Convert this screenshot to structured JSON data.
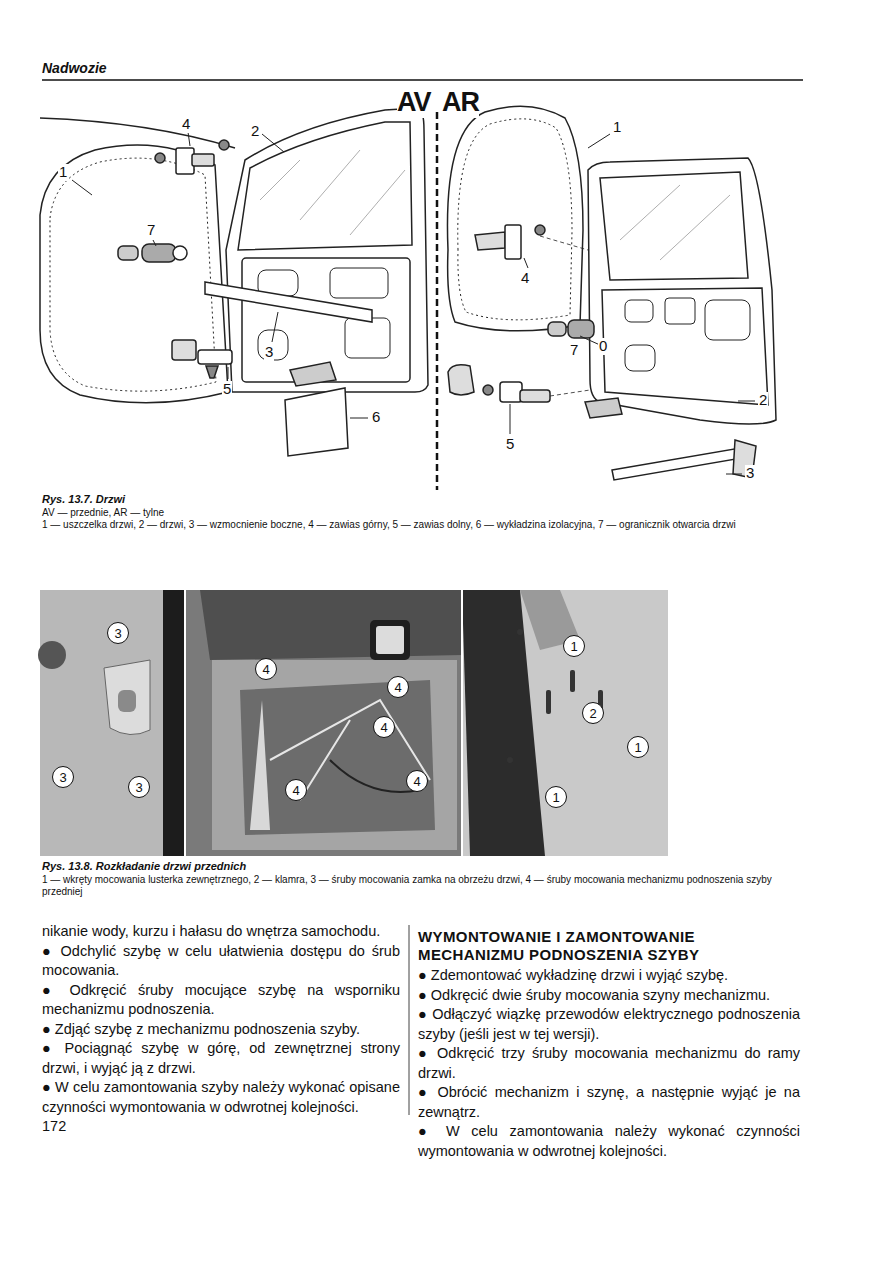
{
  "diagram": {
    "title": "Nadwozie",
    "nodes": [
      {
        "text": [
          "3"
        ]
      },
      {
        "text": [
          "3"
        ]
      },
      {
        "text": [
          "3"
        ]
      },
      {
        "text": [
          "4"
        ]
      },
      {
        "text": [
          "4"
        ]
      },
      {
        "text": [
          "4"
        ]
      },
      {
        "text": [
          "4"
        ]
      },
      {
        "text": [
          "4"
        ]
      },
      {
        "text": [
          "1"
        ]
      },
      {
        "text": [
          "2"
        ]
      },
      {
        "text": [
          "1"
        ]
      },
      {
        "text": [
          "1"
        ]
      }
    ],
    "labels": [
      "AV",
      "AR",
      "1",
      "4",
      "2",
      "7",
      "3",
      "5",
      "6",
      "1",
      "4",
      "7",
      "0",
      "2",
      "5",
      "3",
      "Rys. 13.7. Drzwi",
      "AV — przednie, AR — tylne",
      "1 — uszczelka drzwi, 2 — drzwi, 3 — wzmocnienie boczne, 4 — zawias górny, 5 — zawias dolny, 6 — wykładzina izolacyjna, 7 — ogranicznik otwarcia drzwi",
      "Rys. 13.8. Rozkładanie drzwi przednich",
      "1 — wkręty mocowania lusterka zewnętrznego, 2 — klamra, 3 — śruby mocowania zamka na obrzeżu drzwi, 4 — śruby mocowania mechanizmu podnoszenia szyby przedniej",
      "nikanie wody, kurzu i hałasu do wnętrza samochodu.",
      "● Odchylić szybę w celu ułatwienia dostępu do śrub mocowania.",
      "● Odkręcić śruby mocujące szybę na wsporniku mechanizmu podnoszenia.",
      "● Zdjąć szybę z mechanizmu podnoszenia szyby.",
      "● Pociągnąć szybę w górę, od zewnętrznej strony drzwi, i wyjąć ją z drzwi.",
      "● W celu zamontowania szyby należy wykonać opisane czynności wymontowania w odwrotnej kolejności.",
      "WYMONTOWANIE I ZAMONTOWANIE MECHANIZMU PODNOSZENIA SZYBY",
      "● Zdemontować wykładzinę drzwi i wyjąć szybę.",
      "● Odkręcić dwie śruby mocowania szyny mechanizmu.",
      "● Odłączyć wiązkę przewodów elektrycznego podnoszenia szyby (jeśli jest w tej wersji).",
      "● Odkręcić trzy śruby mocowania mechanizmu do ramy drzwi.",
      "● Obrócić mechanizm i szynę, a następnie wyjąć je na zewnątrz.",
      "● W celu zamontowania należy wykonać czynności wymontowania w odwrotnej kolejności.",
      "172"
    ]
  }
}
